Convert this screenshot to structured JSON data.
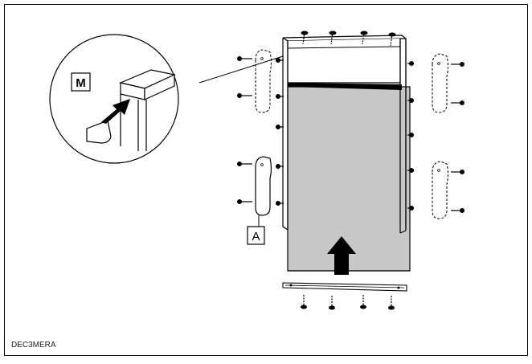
{
  "figure": {
    "code": "DEC3MERA",
    "callouts": {
      "detail_letter": "M",
      "part_letter": "A"
    },
    "colors": {
      "panel_fill": "#c8c8c8",
      "frame_stroke": "#000000",
      "background": "#ffffff"
    }
  }
}
